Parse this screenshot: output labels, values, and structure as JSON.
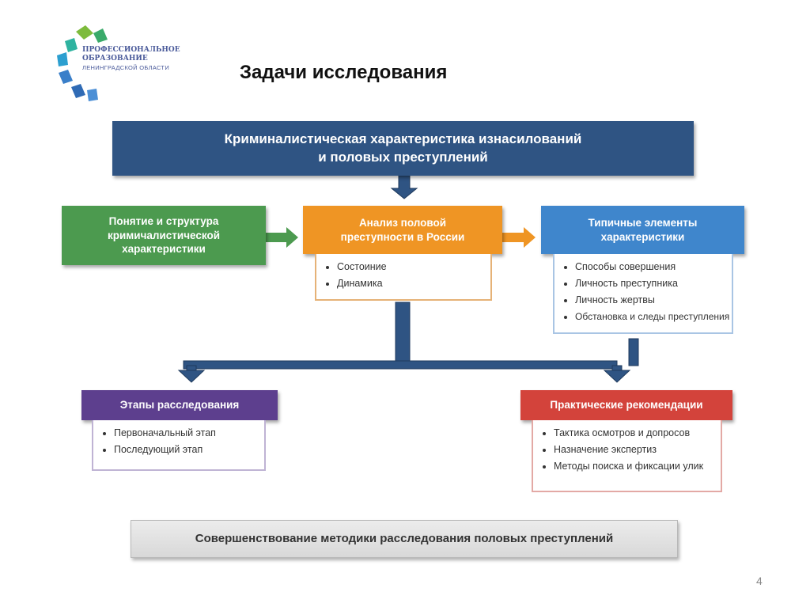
{
  "logo": {
    "line1": "ПРОФЕССИОНАЛЬНОЕ",
    "line2": "ОБРАЗОВАНИЕ",
    "line3": "ЛЕНИНГРАДСКОЙ ОБЛАСТИ"
  },
  "title": "Задачи исследования",
  "top_box": {
    "line1": "Криминалистическая характеристика изнасилований",
    "line2": "и половых преступлений"
  },
  "concept_box": {
    "line1": "Понятие и структура",
    "line2": "кримичалистической",
    "line3": "характеристики"
  },
  "analysis_box": {
    "line1": "Анализ половой",
    "line2": "преступности в России",
    "items": [
      "Состоиние",
      "Динамика"
    ]
  },
  "elements_box": {
    "line1": "Типичные элементы",
    "line2": "характеристики",
    "items": [
      "Способы совершения",
      "Личность преступника",
      "Личность жертвы",
      "Обстановка и следы преступления"
    ]
  },
  "stages_box": {
    "title": "Этапы расследования",
    "items": [
      "Первоначальный этап",
      "Последующий этап"
    ]
  },
  "recommendations_box": {
    "title": "Практические рекомендации",
    "items": [
      "Тактика осмотров и допросов",
      "Назначение экспертиз",
      "Методы поиска и фиксации улик"
    ]
  },
  "bottom_box": {
    "text": "Совершенствование методики расследования половых преступлений"
  },
  "page_number": "4",
  "colors": {
    "navy": "#2f5483",
    "green": "#4c9a4f",
    "orange": "#ef9524",
    "blue": "#3f86cc",
    "purple": "#5d3f8e",
    "red": "#d3433b",
    "gray": "#e2e2e2",
    "connector": "#2f5483"
  }
}
